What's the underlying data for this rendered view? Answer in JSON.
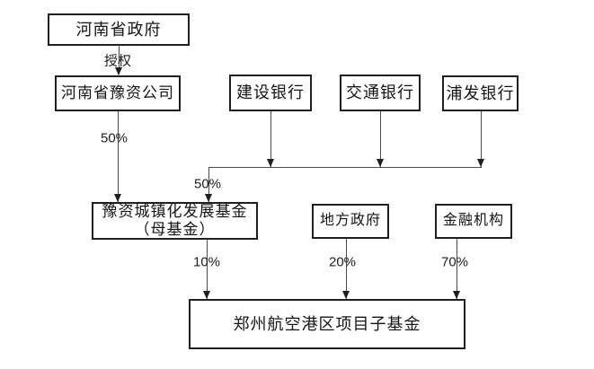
{
  "diagram": {
    "title_semantic": "fund-structure-flowchart",
    "nodes": {
      "henan_gov": "河南省政府",
      "yuzi_company": "河南省豫资公司",
      "ccb_bank": "建设银行",
      "bocom_bank": "交通银行",
      "spdb_bank": "浦发银行",
      "mother_fund_line1": "豫资城镇化发展基金",
      "mother_fund_line2": "（母基金）",
      "local_gov": "地方政府",
      "financial_inst": "金融机构",
      "sub_fund": "郑州航空港区项目子基金"
    },
    "edge_labels": {
      "authorize": "授权",
      "yuzi_to_mother_pct": "50%",
      "banks_to_mother_pct": "50%",
      "mother_to_sub_pct": "10%",
      "localgov_to_sub_pct": "20%",
      "fininst_to_sub_pct": "70%"
    },
    "colors": {
      "background": "#ffffff",
      "box_border": "#1f1f1f",
      "text": "#141414",
      "connector": "#4a4a4a"
    }
  }
}
